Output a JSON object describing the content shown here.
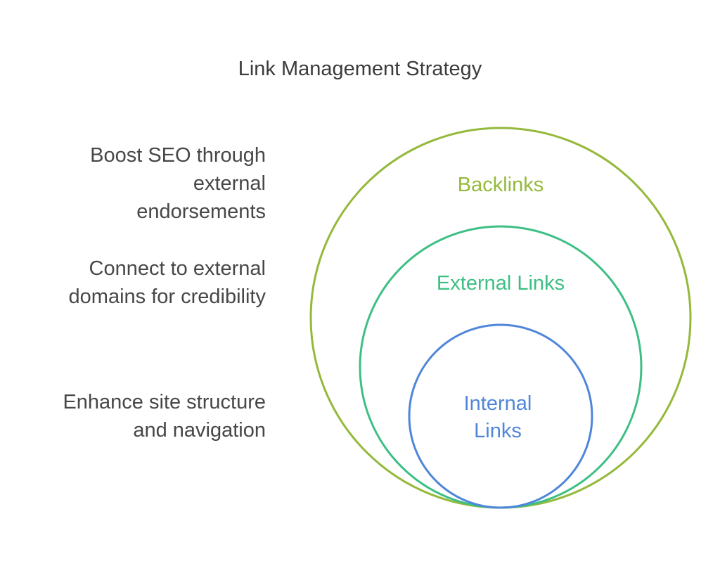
{
  "title": "Link Management Strategy",
  "descriptions": [
    {
      "lines": [
        "Boost SEO through",
        "external",
        "endorsements"
      ]
    },
    {
      "lines": [
        "Connect to external",
        "domains for credibility"
      ]
    },
    {
      "lines": [
        "Enhance site structure",
        "and navigation"
      ]
    }
  ],
  "circles": [
    {
      "label_lines": [
        "Backlinks"
      ],
      "color": "#94b93b"
    },
    {
      "label_lines": [
        "External Links"
      ],
      "color": "#3dbf84"
    },
    {
      "label_lines": [
        "Internal",
        "Links"
      ],
      "color": "#4f86d9"
    }
  ]
}
